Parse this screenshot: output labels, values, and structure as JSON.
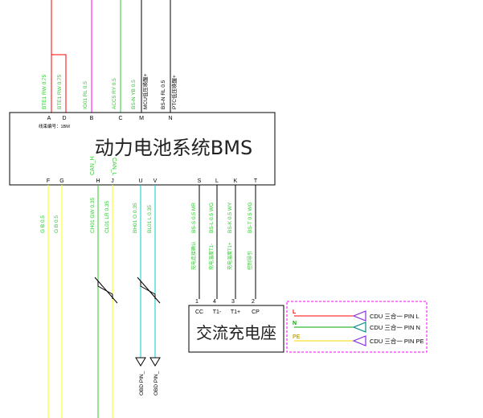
{
  "bms": {
    "title": "动力电池系统BMS",
    "pin_letters_top": [
      "A",
      "D",
      "B",
      "C",
      "M",
      "N"
    ],
    "pin_letters_bottom": [
      "F",
      "G",
      "H",
      "J",
      "U",
      "V",
      "S",
      "L",
      "K",
      "T"
    ],
    "note": "线束编号：1BM"
  },
  "top_wires": [
    {
      "label": "BTE1 RW 0.75",
      "color": "#2ecc2e"
    },
    {
      "label": "BTE1 RW 0.75",
      "color": "#2ecc2e"
    },
    {
      "label": "IG01 RL 0.5",
      "color": "#2ecc2e"
    },
    {
      "label": "ACC5 RY 0.5",
      "color": "#2ecc2e"
    },
    {
      "label": "BS-N YB 0.5",
      "color": "#2ecc2e"
    },
    {
      "label": "MCU低压唤醒+",
      "color": "#000000"
    },
    {
      "label": "BS-N RL 0.5",
      "color": "#000000"
    },
    {
      "label": "PTC低压唤醒+",
      "color": "#000000"
    }
  ],
  "bottom_wires": [
    {
      "label": "G B 0.5",
      "color": "#2ecc2e"
    },
    {
      "label": "G B 0.5",
      "color": "#2ecc2e"
    },
    {
      "label": "CH01 GW 0.35",
      "color": "#2ecc2e"
    },
    {
      "label": "CL01 LR 0.35",
      "color": "#2ecc2e"
    },
    {
      "label": "BH01 O 0.35",
      "color": "#2ecc2e"
    },
    {
      "label": "BL01 L 0.35",
      "color": "#2ecc2e"
    },
    {
      "label": "BS-S 0.5 MR",
      "color": "#2ecc2e"
    },
    {
      "label": "BS-L 0.5 WG",
      "color": "#2ecc2e"
    },
    {
      "label": "BS-K 0.5 WY",
      "color": "#2ecc2e"
    },
    {
      "label": "BS-T 0.5 WG",
      "color": "#2ecc2e"
    }
  ],
  "can_labels": {
    "can_h": "CAN_H",
    "can_l": "CAN_L"
  },
  "signal_labels": [
    "充电连接确认",
    "充电温度T1-",
    "充电温度T1+",
    "控制导引"
  ],
  "charger": {
    "title": "交流充电座",
    "pin_numbers": [
      "1",
      "4",
      "3",
      "2"
    ],
    "pin_names": [
      "CC",
      "T1-",
      "T1+",
      "CP"
    ]
  },
  "obd": [
    "OBD PIN_",
    "OBD PIN_"
  ],
  "cdu": [
    {
      "tag": "L",
      "text": "CDU 三合一 PIN L",
      "color": "#ff0000"
    },
    {
      "tag": "N",
      "text": "CDU 三合一 PIN N",
      "color": "#00aa00"
    },
    {
      "tag": "PE",
      "text": "CDU 三合一 PIN PE",
      "color": "#ffd800"
    }
  ],
  "colors": {
    "red": "#ff0000",
    "magenta": "#ff00ff",
    "green": "#2ecc2e",
    "yellow": "#ffff00",
    "cyan": "#00cccc",
    "purple": "#8a2be2"
  }
}
